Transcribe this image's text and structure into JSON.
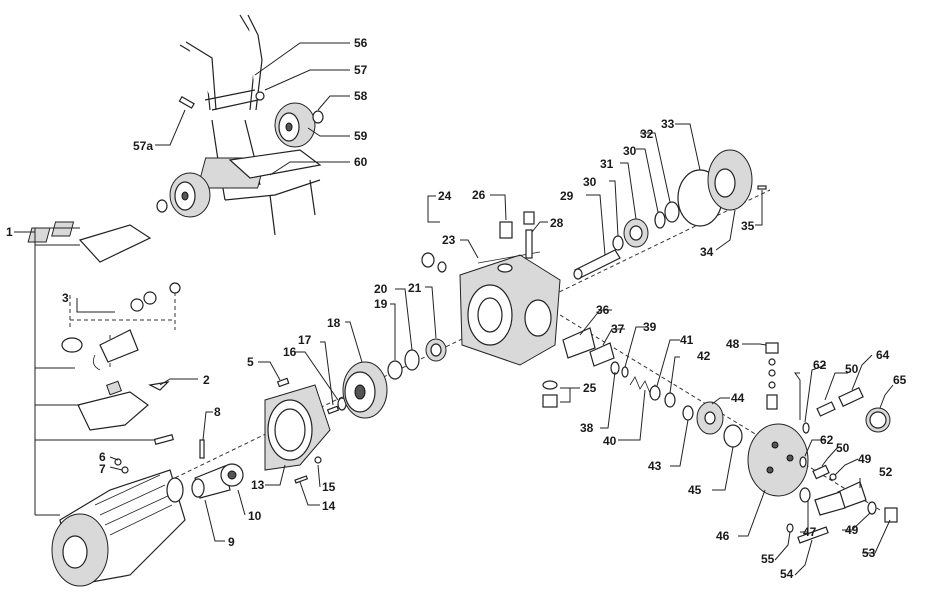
{
  "labels": [
    "1",
    "2",
    "3",
    "5",
    "6",
    "7",
    "8",
    "9",
    "10",
    "13",
    "14",
    "15",
    "16",
    "17",
    "18",
    "19",
    "20",
    "21",
    "23",
    "24",
    "25",
    "26",
    "28",
    "29",
    "30",
    "30",
    "31",
    "32",
    "33",
    "34",
    "35",
    "36",
    "37",
    "38",
    "39",
    "40",
    "41",
    "42",
    "43",
    "44",
    "45",
    "46",
    "47",
    "48",
    "49",
    "49",
    "50",
    "50",
    "52",
    "53",
    "54",
    "55",
    "56",
    "57",
    "57a",
    "58",
    "59",
    "60",
    "62",
    "62",
    "64",
    "65"
  ]
}
